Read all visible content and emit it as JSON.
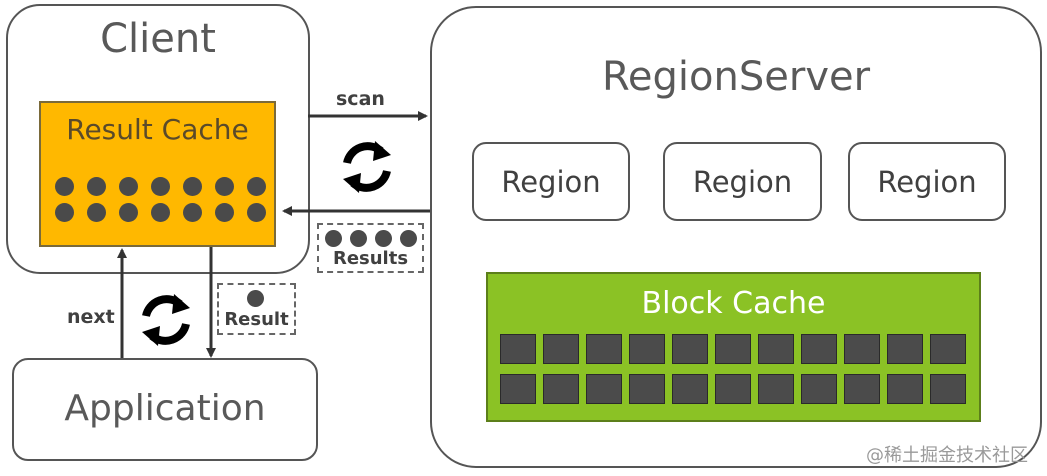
{
  "client": {
    "title": "Client"
  },
  "result_cache": {
    "title": "Result Cache",
    "dot_rows": 2,
    "dots_per_row": 7
  },
  "region_server": {
    "title": "RegionServer",
    "regions": [
      "Region",
      "Region",
      "Region"
    ]
  },
  "block_cache": {
    "title": "Block Cache",
    "block_rows": 2,
    "blocks_per_row": 11
  },
  "application": {
    "title": "Application"
  },
  "arrows": {
    "scan_label": "scan",
    "next_label": "next"
  },
  "results_packet": {
    "label": "Results",
    "dot_count": 4
  },
  "result_packet": {
    "label": "Result",
    "dot_count": 1
  },
  "watermark": "@稀土掘金技术社区",
  "colors": {
    "result_cache_fill": "#ffb800",
    "block_cache_fill": "#8bc225",
    "dot": "#4a4a4a",
    "block": "#4b4b4b"
  }
}
